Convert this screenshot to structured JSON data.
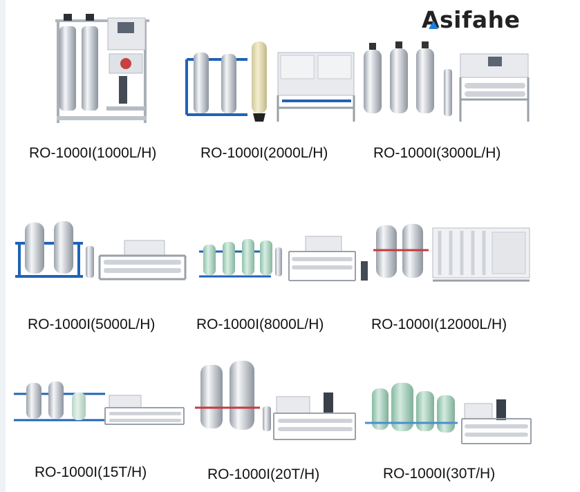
{
  "brand": {
    "name": "Asifahe",
    "mark_icon": "triangle-logo-icon",
    "mark_color": "#1d7fd8"
  },
  "products": [
    {
      "label": "RO-1000I(1000L/H)"
    },
    {
      "label": "RO-1000I(2000L/H)"
    },
    {
      "label": "RO-1000I(3000L/H)"
    },
    {
      "label": "RO-1000I(5000L/H)"
    },
    {
      "label": "RO-1000I(8000L/H)"
    },
    {
      "label": "RO-1000I(12000L/H)"
    },
    {
      "label": "RO-1000I(15T/H)"
    },
    {
      "label": "RO-1000I(20T/H)"
    },
    {
      "label": "RO-1000I(30T/H)"
    }
  ],
  "colors": {
    "pipe_blue": "#1f63b8",
    "steel": "#c9ced6",
    "panel": "#e8eaee",
    "fiberglass": "#e9e2b8",
    "tank_green": "#b9dccb"
  }
}
